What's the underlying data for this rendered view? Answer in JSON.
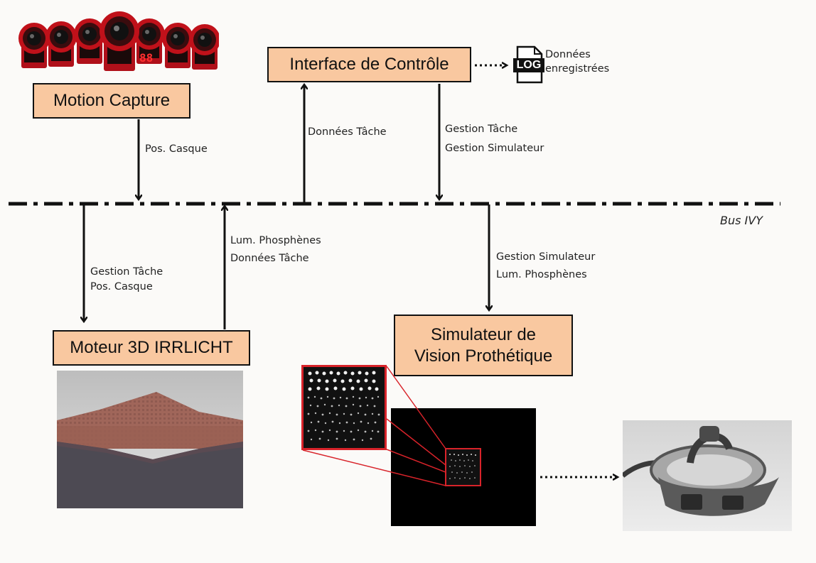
{
  "boxes": {
    "motion_capture": "Motion Capture",
    "interface_controle": "Interface de Contrôle",
    "moteur_3d": "Moteur 3D IRRLICHT",
    "simulateur_line1": "Simulateur de",
    "simulateur_line2": "Vision Prothétique"
  },
  "labels": {
    "pos_casque": "Pos. Casque",
    "donnees_tache": "Données Tâche",
    "gestion_tache_top": "Gestion Tâche",
    "gestion_simulateur_top": "Gestion Simulateur",
    "bus": "Bus IVY",
    "lum_phosphenes_mid": "Lum. Phosphènes",
    "donnees_tache_mid": "Données Tâche",
    "gestion_tache_left": "Gestion Tâche",
    "pos_casque_left": "Pos. Casque",
    "gestion_simulateur_right": "Gestion Simulateur",
    "lum_phosphenes_right": "Lum. Phosphènes",
    "log_icon_text": "LOG",
    "donnees_enregistrees_1": "Données",
    "donnees_enregistrees_2": "enregistrées",
    "camera_display": "88"
  },
  "colors": {
    "box_fill": "#f9c8a0",
    "camera_red": "#c0111a",
    "zoom_red": "#d8232a"
  },
  "icons": [
    "camera-icon",
    "log-file-icon",
    "vr-headset-icon"
  ]
}
